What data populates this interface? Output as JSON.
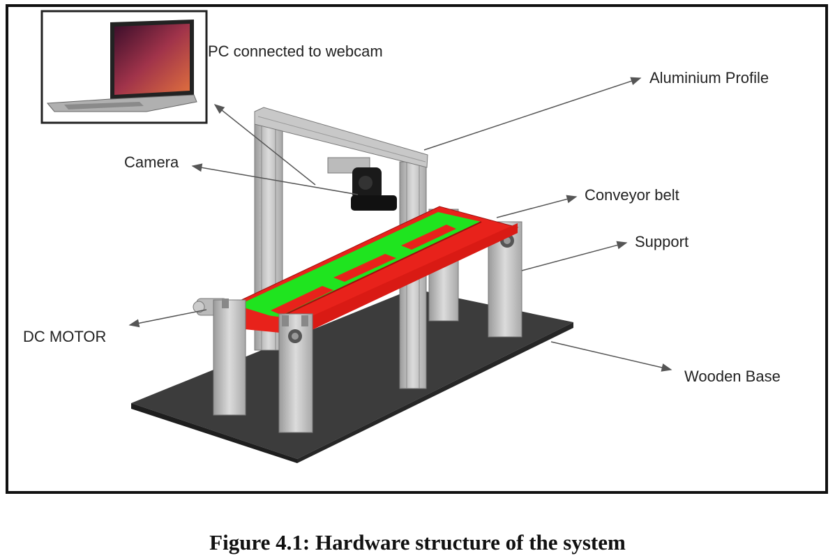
{
  "figure": {
    "caption": "Figure 4.1: Hardware structure of the system",
    "labels": {
      "pc": "PC connected to webcam",
      "aluminium": "Aluminium Profile",
      "camera": "Camera",
      "conveyor": "Conveyor belt",
      "support": "Support",
      "motor": "DC MOTOR",
      "base": "Wooden Base"
    },
    "colors": {
      "belt_red": "#e8221b",
      "belt_green": "#1fe41f",
      "base": "#3c3c3c",
      "frame_grey": "#c8c8c8"
    }
  }
}
